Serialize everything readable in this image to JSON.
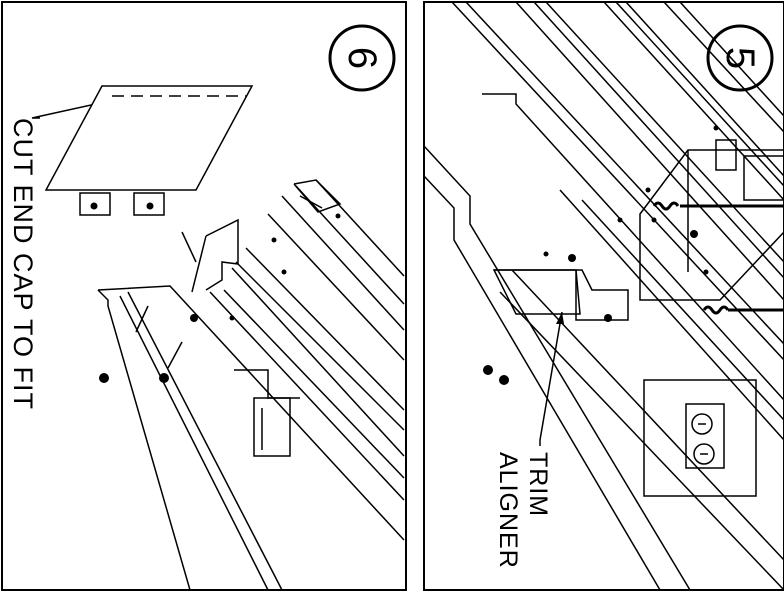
{
  "panels": [
    {
      "step": "6",
      "callout": "CUT END CAP TO FIT"
    },
    {
      "step": "5",
      "callout_line1": "TRIM",
      "callout_line2": "ALIGNER"
    }
  ],
  "colors": {
    "ink": "#000000",
    "paper": "#ffffff"
  }
}
